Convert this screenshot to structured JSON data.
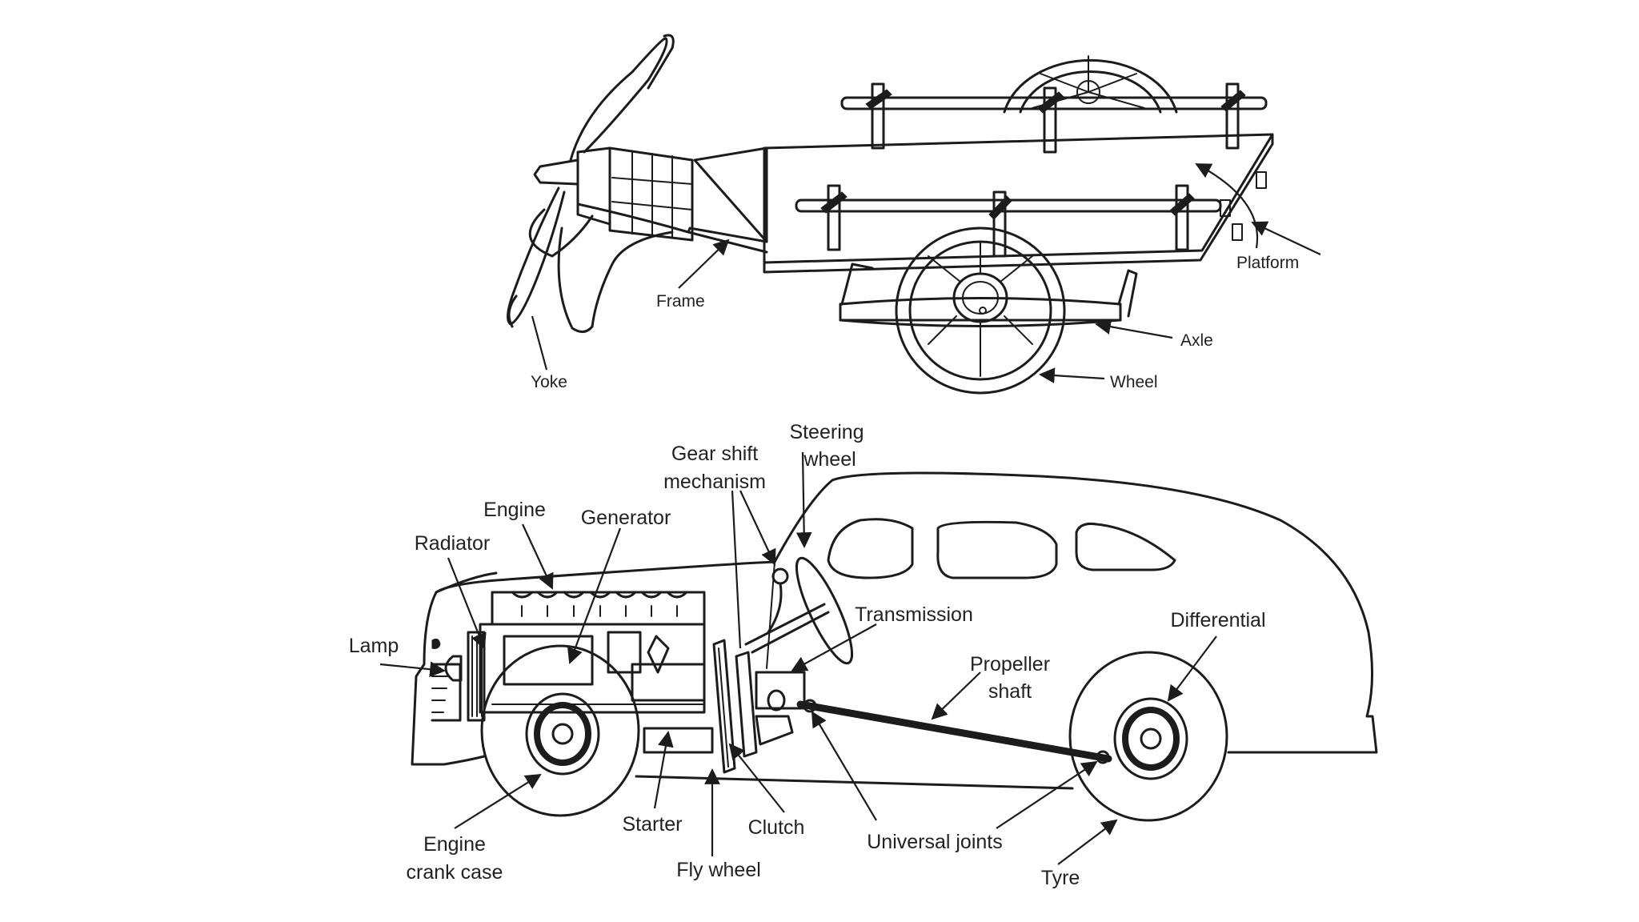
{
  "cart": {
    "labels": {
      "yoke": "Yoke",
      "frame": "Frame",
      "platform": "Platform",
      "axle": "Axle",
      "wheel": "Wheel"
    }
  },
  "automobile": {
    "labels": {
      "steering_1": "Steering",
      "steering_2": "wheel",
      "gear_shift_1": "Gear shift",
      "gear_shift_2": "mechanism",
      "engine": "Engine",
      "generator": "Generator",
      "radiator": "Radiator",
      "lamp": "Lamp",
      "transmission": "Transmission",
      "differential": "Differential",
      "propeller_1": "Propeller",
      "propeller_2": "shaft",
      "engine_crank_1": "Engine",
      "engine_crank_2": "crank case",
      "starter": "Starter",
      "clutch": "Clutch",
      "universal_joints": "Universal joints",
      "fly_wheel": "Fly wheel",
      "tyre": "Tyre"
    }
  },
  "colors": {
    "ink": "#1c1c1c",
    "paper": "#ffffff"
  }
}
